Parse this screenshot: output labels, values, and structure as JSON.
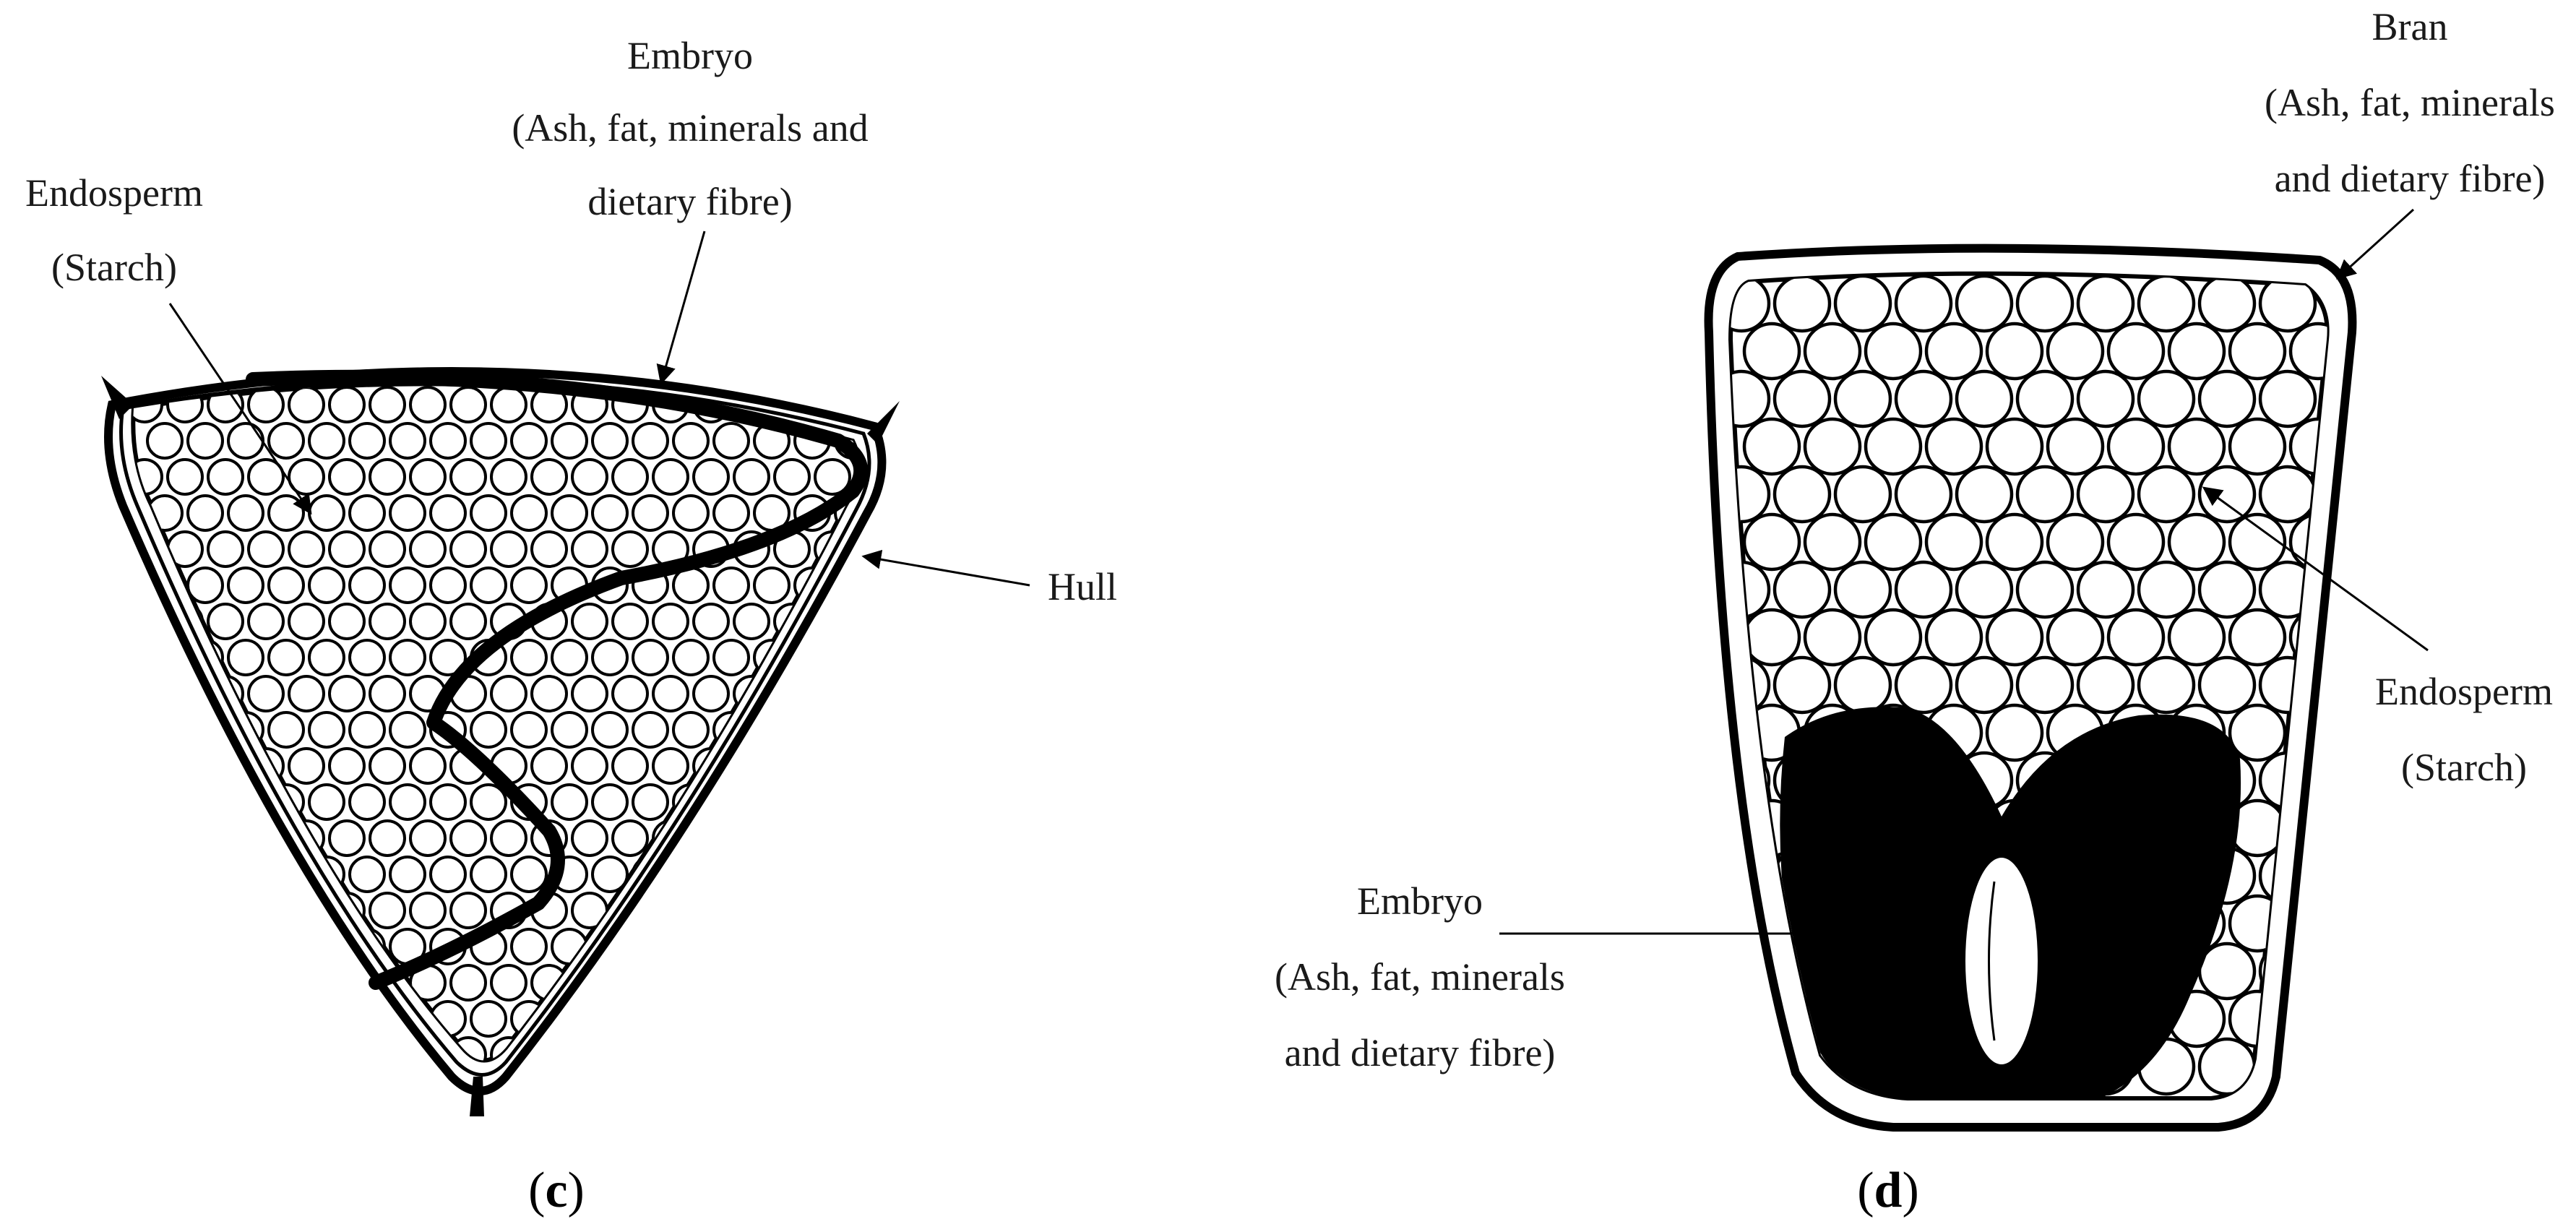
{
  "panel_c": {
    "caption_open": "(",
    "caption_letter": "c",
    "caption_close": ")",
    "embryo": {
      "title": "Embryo",
      "line1": "(Ash, fat, minerals and",
      "line2": "dietary fibre)"
    },
    "endosperm": {
      "title": "Endosperm",
      "line1": "(Starch)"
    },
    "hull": {
      "title": "Hull"
    }
  },
  "panel_d": {
    "caption_open": "(",
    "caption_letter": "d",
    "caption_close": ")",
    "bran": {
      "title": "Bran",
      "line1": "(Ash, fat, minerals",
      "line2": "and dietary fibre)"
    },
    "endosperm": {
      "title": "Endosperm",
      "line1": "(Starch)"
    },
    "embryo": {
      "title": "Embryo",
      "line1": "(Ash, fat, minerals",
      "line2": "and dietary fibre)"
    }
  },
  "colors": {
    "ink": "#000000",
    "fill": "#ffffff",
    "text": "#1a1a1a"
  }
}
